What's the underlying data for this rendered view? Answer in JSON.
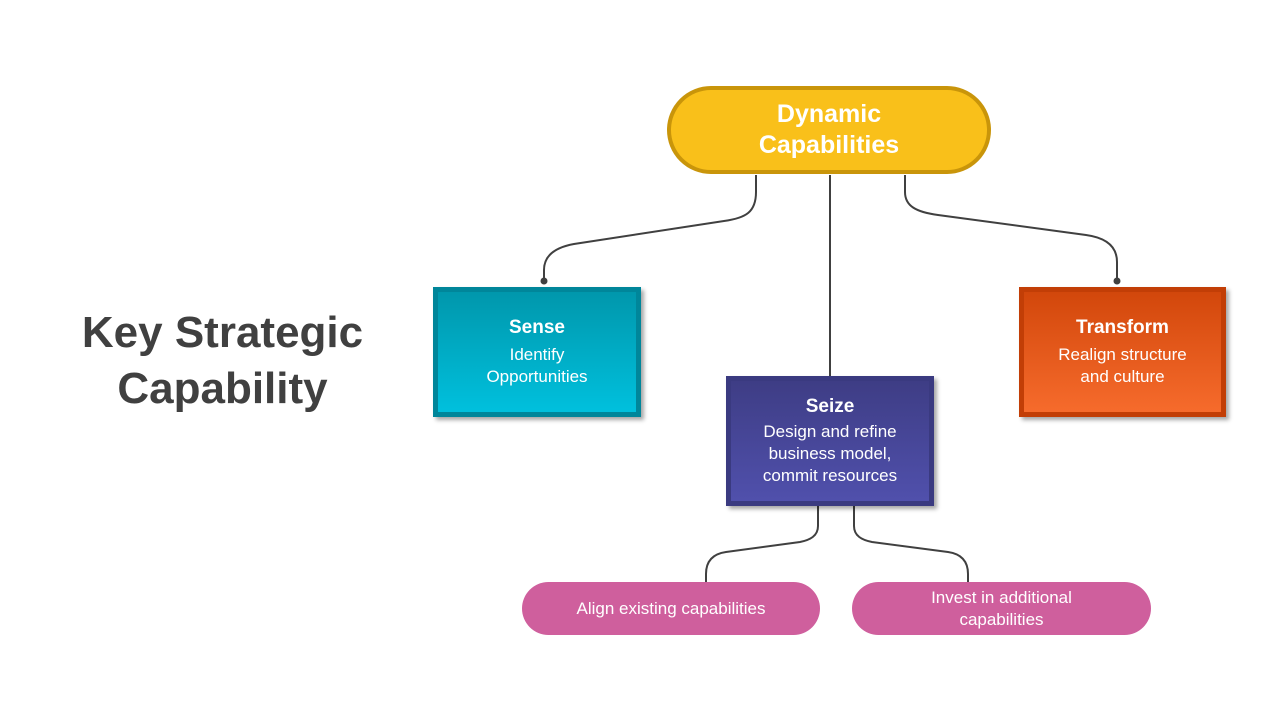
{
  "title": {
    "line1": "Key Strategic",
    "line2": "Capability"
  },
  "root": {
    "line1": "Dynamic",
    "line2": "Capabilities",
    "fill_color": "#f9c01a",
    "border_color": "#c9950a"
  },
  "nodes": {
    "sense": {
      "title": "Sense",
      "line1": "Identify",
      "line2": "Opportunities",
      "color": "#00a9c4"
    },
    "seize": {
      "title": "Seize",
      "line1": "Design and refine",
      "line2": "business model,",
      "line3": "commit resources",
      "color": "#4646a0"
    },
    "transform": {
      "title": "Transform",
      "line1": "Realign structure",
      "line2": "and culture",
      "color": "#e65a1c"
    }
  },
  "sub_nodes": {
    "align": {
      "line1": "Align existing capabilities"
    },
    "invest": {
      "line1": "Invest in additional",
      "line2": "capabilities"
    },
    "color": "#cf5f9d"
  },
  "connector_color": "#404040"
}
